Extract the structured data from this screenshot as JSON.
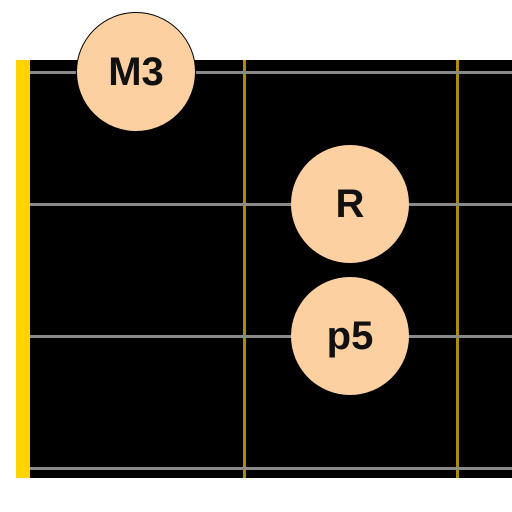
{
  "fretboard": {
    "nut_color": "#ffd400",
    "fret_color": "#b08a00",
    "string_color": "#8a8a8a",
    "background_color": "#000000"
  },
  "notes": [
    {
      "label": "M3",
      "string": 1,
      "fret": 1,
      "color": "#fdd0a2"
    },
    {
      "label": "R",
      "string": 2,
      "fret": 2,
      "color": "#fdd0a2"
    },
    {
      "label": "p5",
      "string": 3,
      "fret": 2,
      "color": "#fdd0a2"
    }
  ]
}
